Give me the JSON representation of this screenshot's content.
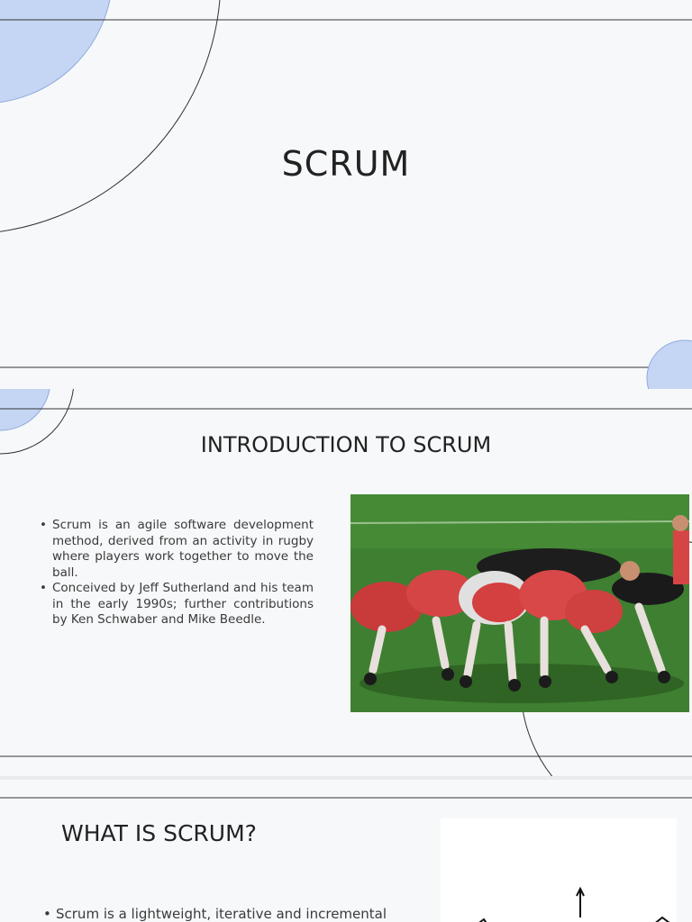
{
  "slides": [
    {
      "title": "SCRUM"
    },
    {
      "title": "INTRODUCTION TO SCRUM",
      "bullets": [
        "Scrum is an agile software development method, derived from an activity in rugby where players work together to move the ball.",
        "Conceived by Jeff Sutherland and his team in the early 1990s; further contributions by Ken Schwaber and Mike Beedle."
      ],
      "image": "rugby-scrum-photo"
    },
    {
      "title": "WHAT IS SCRUM?",
      "bullets": [
        "Scrum is a lightweight, iterative and incremental"
      ]
    }
  ],
  "colors": {
    "accent_circle": "#c5d6f5",
    "accent_circle_stroke": "#8fa9dc",
    "background": "#f7f8fa",
    "line": "#3a3a3a"
  }
}
